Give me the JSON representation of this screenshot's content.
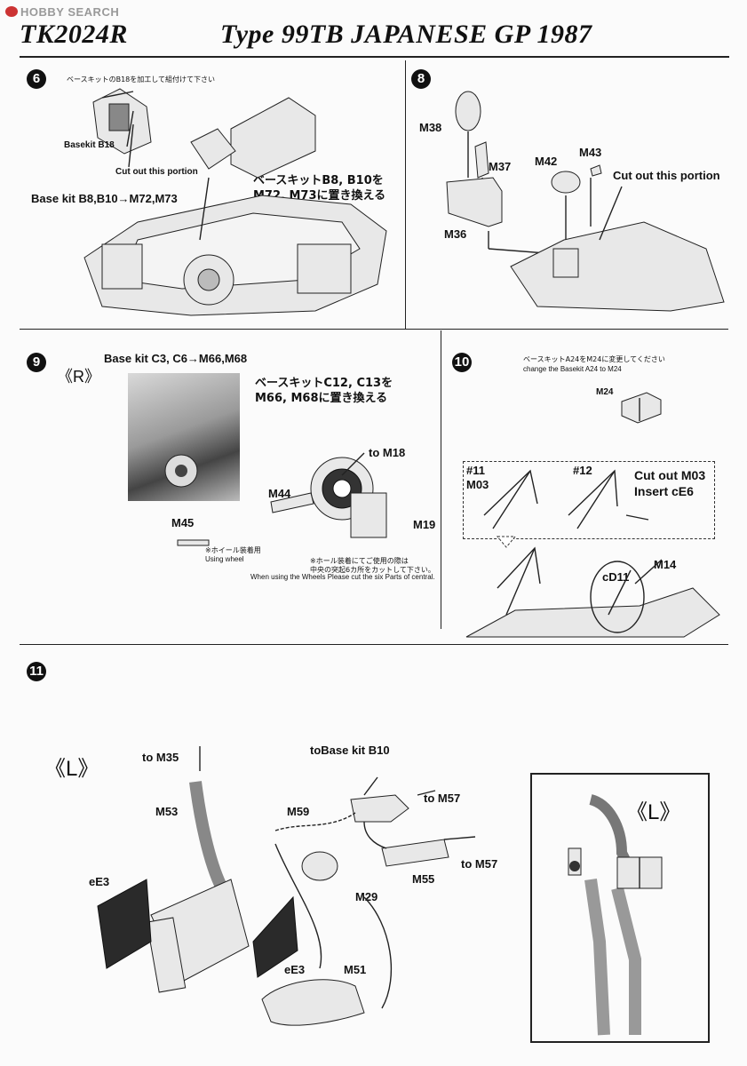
{
  "watermark": "HOBBY SEARCH",
  "header": {
    "code": "TK2024R",
    "title": "Type 99TB  JAPANESE GP 1987"
  },
  "step6": {
    "number": "6",
    "jp_note": "ベースキットのB18を加工して組付けて下さい",
    "basekit_label": "Basekit B18",
    "cut_label": "Cut out this portion",
    "replace_en": "Base kit B8,B10→M72,M73",
    "replace_jp_1": "ベースキットB8, B10を",
    "replace_jp_2": "M72, M73に置き換える"
  },
  "step8": {
    "number": "8",
    "labels": {
      "m38": "M38",
      "m37": "M37",
      "m42": "M42",
      "m43": "M43",
      "m36": "M36"
    },
    "cut_label": "Cut out this portion"
  },
  "step9": {
    "number": "9",
    "side": "《R》",
    "replace_en": "Base kit C3, C6→M66,M68",
    "replace_jp_1": "ベースキットC12, C13を",
    "replace_jp_2": "M66, M68に置き換える",
    "labels": {
      "to_m18": "to M18",
      "m44": "M44",
      "m19": "M19",
      "m45": "M45"
    },
    "wheel_jp": "※ホイール装着用",
    "wheel_en": "Using wheel",
    "note_jp_1": "※ホール装着にてご使用の際は",
    "note_jp_2": "中央の突起6カ所をカットして下さい。",
    "note_en": "When using the Wheels Please cut the six Parts of central."
  },
  "step10": {
    "number": "10",
    "jp_note": "ベースキットA24をM24に変更してください",
    "en_note": "change the Basekit A24 to M24",
    "m24": "M24",
    "variant_11": "#11",
    "m03": "M03",
    "variant_12": "#12",
    "cut_text_1": "Cut out M03",
    "cut_text_2": "Insert cE6",
    "cd11": "cD11",
    "m14": "M14"
  },
  "step11": {
    "number": "11",
    "side": "《L》",
    "labels": {
      "to_m35": "to M35",
      "m53": "M53",
      "to_base_b10": "toBase kit B10",
      "m59": "M59",
      "to_m57_a": "to M57",
      "to_m57_b": "to M57",
      "ee3_a": "eE3",
      "m29": "M29",
      "m55": "M55",
      "ee3_b": "eE3",
      "m51": "M51"
    },
    "inset_side": "《L》"
  }
}
